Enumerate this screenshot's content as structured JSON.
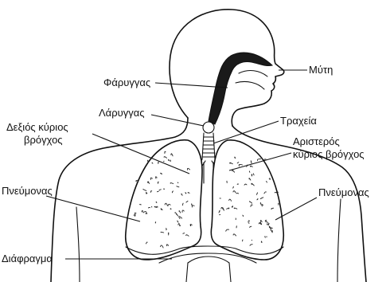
{
  "labels": {
    "nose": "Μύτη",
    "pharynx": "Φάρυγγας",
    "larynx": "Λάρυγγας",
    "trachea": "Τραχεία",
    "right_bronchus_line1": "Δεξιός κύριος",
    "right_bronchus_line2": "βρόγχος",
    "left_bronchus_line1": "Αριστερός",
    "left_bronchus_line2": "κύριος βρόγχος",
    "lung_left_side": "Πνεύμονας",
    "lung_right_side": "Πνεύμονας",
    "diaphragm": "Διάφραγμα"
  }
}
